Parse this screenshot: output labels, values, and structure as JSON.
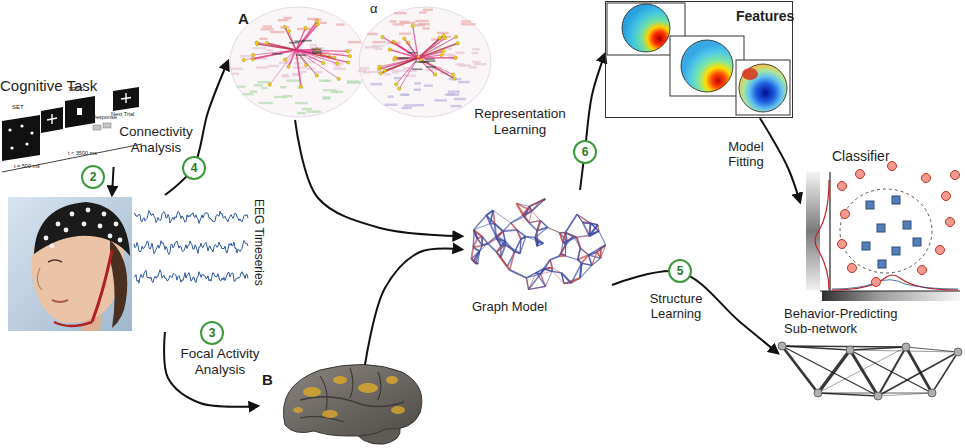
{
  "diagram": {
    "nodes": [
      {
        "text": [
          "Cognitive Task"
        ]
      },
      {
        "text": [
          "A",
          "α"
        ]
      },
      {
        "text": [
          "Features"
        ]
      },
      {
        "text": [
          "EEG Timeseries"
        ]
      },
      {
        "text": [
          "Graph Model"
        ]
      },
      {
        "text": [
          "Classifier"
        ]
      },
      {
        "text": [
          "B"
        ]
      },
      {
        "text": [
          "Behavior-Predicting Sub-network"
        ]
      }
    ],
    "edges": [
      {
        "from": 0,
        "to": 3,
        "arrow": "to"
      },
      {
        "from": 3,
        "to": 1,
        "label": "Connectivity Analysis",
        "arrow": "to"
      },
      {
        "from": 3,
        "to": 6,
        "label": "Focal Activity Analysis",
        "arrow": "to"
      },
      {
        "from": 1,
        "to": 4,
        "arrow": "to"
      },
      {
        "from": 6,
        "to": 4,
        "arrow": "to"
      },
      {
        "from": 4,
        "to": 2,
        "label": "Representation Learning",
        "arrow": "to"
      },
      {
        "from": 2,
        "to": 5,
        "label": "Model Fitting",
        "arrow": "to"
      },
      {
        "from": 4,
        "to": 7,
        "label": "Structure Learning",
        "arrow": "to"
      }
    ],
    "labels": [
      "SET",
      "TEST",
      "Response",
      "Next Trial",
      "t = 500 ms",
      "t < 3500 ms",
      "2",
      "4",
      "3",
      "6",
      "5"
    ]
  }
}
